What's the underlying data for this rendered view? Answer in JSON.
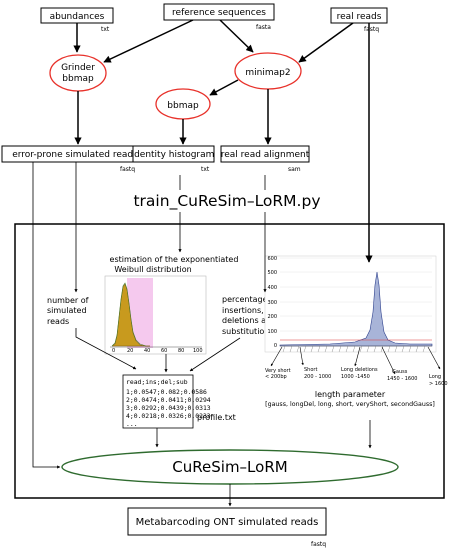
{
  "nodes": {
    "abundances": {
      "label": "abundances",
      "ext": "txt"
    },
    "reference": {
      "label": "reference sequences",
      "ext": "fasta"
    },
    "real_reads": {
      "label": "real reads",
      "ext": "fastq"
    },
    "grinder": {
      "line1": "Grinder",
      "line2": "bbmap"
    },
    "minimap": {
      "label": "minimap2"
    },
    "bbmap": {
      "label": "bbmap"
    },
    "error_prone": {
      "label": "error-prone simulated reads",
      "ext": "fastq"
    },
    "identity": {
      "label": "identity histogram",
      "ext": "txt"
    },
    "alignment": {
      "label": "real read alignment",
      "ext": "sam"
    },
    "script": {
      "label": "train_CuReSim–LoRM.py"
    },
    "curesim": {
      "label": "CuReSim–LoRM"
    },
    "output": {
      "label": "Metabarcoding ONT simulated reads",
      "ext": "fastq"
    }
  },
  "annotations": {
    "weibull": [
      "estimation of the exponentiated",
      "Weibull distribution"
    ],
    "num_reads": [
      "number of",
      "simulated",
      "reads"
    ],
    "percentages": [
      "percentages of",
      "insertions,",
      "deletions and",
      "substitutions"
    ],
    "length_title": "length parameter",
    "length_params": "[gauss, longDel, long, short, veryShort, secondGauss]",
    "profile_name": "profile.txt"
  },
  "profile_table": {
    "header": "read;ins;del;sub",
    "rows": [
      "1;0.0547;0.082;0.0586",
      "2;0.0474;0.0411;0.0294",
      "3;0.0292;0.0439;0.0313",
      "4;0.0218;0.0326;0.0233"
    ],
    "ellipsis": "..."
  },
  "length_chart": {
    "y_ticks": [
      "600",
      "500",
      "400",
      "300",
      "200",
      "100",
      "0"
    ],
    "segments": [
      {
        "name": "Very short",
        "range": "< 200bp"
      },
      {
        "name": "Short",
        "range": "200 - 1000"
      },
      {
        "name": "Long deletions",
        "range": "1000 -1450"
      },
      {
        "name": "Gauss",
        "range": "1450 - 1600"
      },
      {
        "name": "Long",
        "range": "> 1600"
      }
    ]
  },
  "weibull_chart": {
    "x_ticks": [
      "0",
      "20",
      "40",
      "60",
      "80",
      "100"
    ]
  },
  "colors": {
    "ellipse_red": "#e8312a",
    "ellipse_green": "#2f6b2f",
    "weibull_fill": "#c89a1e",
    "weibull_pink": "#f5c9ee",
    "length_fill": "#a8b4d8",
    "length_line": "#2c3f8c"
  }
}
